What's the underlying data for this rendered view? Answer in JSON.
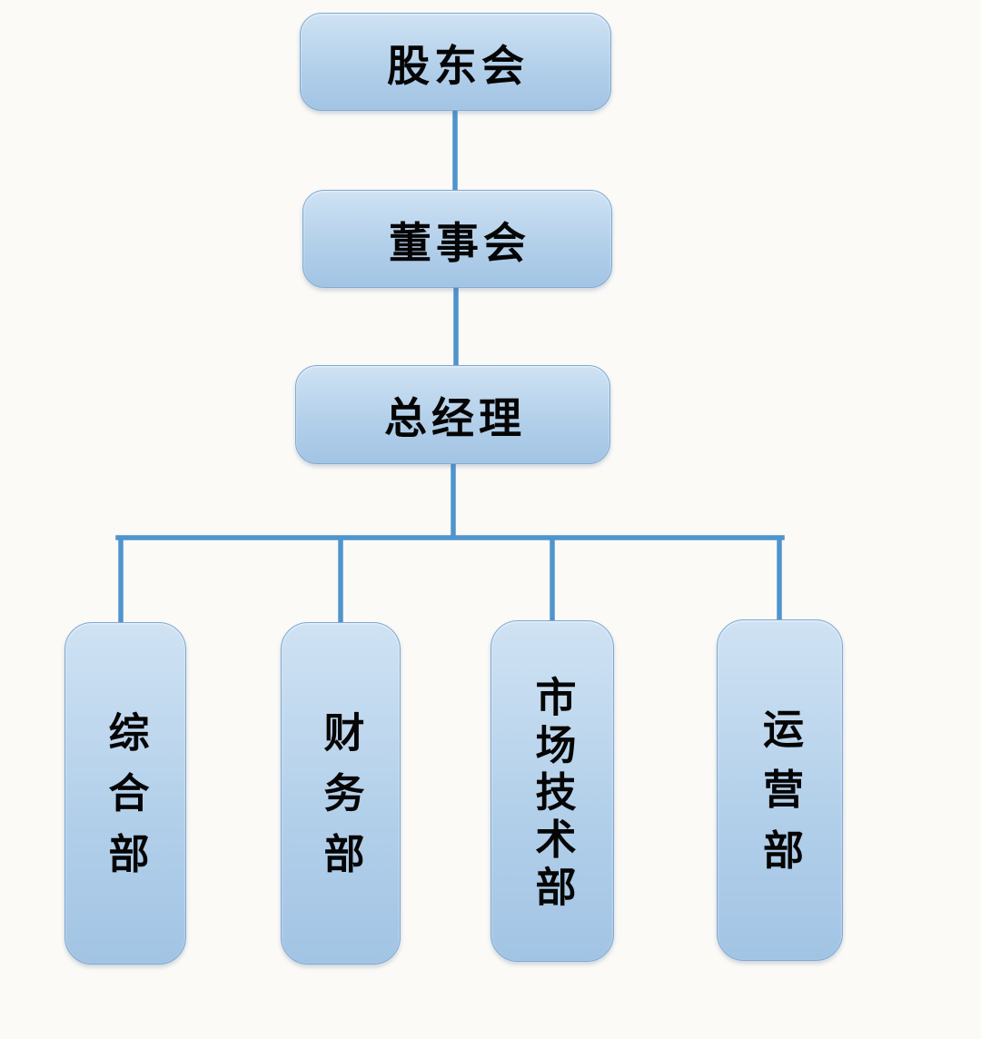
{
  "org_chart": {
    "type": "organization-chart",
    "levels": [
      {
        "name": "level-1",
        "nodes": [
          {
            "label": "股东会"
          }
        ]
      },
      {
        "name": "level-2",
        "nodes": [
          {
            "label": "董事会"
          }
        ]
      },
      {
        "name": "level-3",
        "nodes": [
          {
            "label": "总经理"
          }
        ]
      },
      {
        "name": "level-4",
        "nodes": [
          {
            "label": "综合部"
          },
          {
            "label": "财务部"
          },
          {
            "label": "市场技术部"
          },
          {
            "label": "运营部"
          }
        ]
      }
    ]
  },
  "colors": {
    "background": "#fbfaf7",
    "box_fill_light": "#cfe2f3",
    "box_fill_mid": "#b3d0ea",
    "box_fill_dark": "#a2c4e4",
    "box_border": "#7fa9d2",
    "connector": "#4f94cd",
    "text": "#050505"
  }
}
